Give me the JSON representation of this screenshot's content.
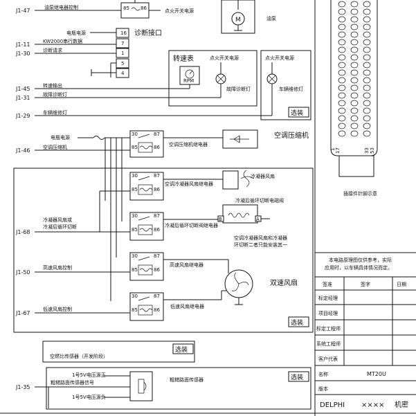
{
  "pins": {
    "j1_47": "J1-47",
    "j1_11": "J1-11",
    "j1_30": "J1-30",
    "j1_45": "J1-45",
    "j1_31": "J1-31",
    "j1_29": "J1-29",
    "j1_46": "J1-46",
    "j1_68": "J1-68",
    "j1_50": "J1-50",
    "j1_67": "J1-67",
    "j1_35": "J1-35"
  },
  "signals": {
    "fuel_relay_ctrl": "油泵继电器控制",
    "battery_power": "电瓶电源",
    "kw2000": "KW2000串行数据",
    "diag_request": "诊断请求",
    "speed_out": "转速输出",
    "fault_lamp": "故障诊断灯",
    "vehicle_service_lamp": "车辆维修灯",
    "ac_battery_power": "电瓶电源",
    "ac_compressor": "空调压缩机",
    "condenser_fan_or": "冷凝器风扇或",
    "condenser_cutoff": "冷凝后循环切断",
    "high_fan_ctrl": "高速风扇控制",
    "low_fan_ctrl": "低速风扇控制"
  },
  "labels": {
    "ignition_power_top": "点火开关电源",
    "fuel_pump": "油泵",
    "diag_connector": "诊断接口",
    "tachometer": "转速表",
    "ignition_power_tach": "点火开关电源",
    "rpm": "RPM",
    "fault_diag_lamp": "故障诊断灯",
    "ignition_power_right": "点火开关电源",
    "vehicle_lamp_right": "车辆维修灯",
    "optional": "选装",
    "ac_compressor_right": "空调压缩机",
    "ac_compressor_relay": "空调压缩机继电器",
    "ac_fan_relay": "空调冷凝器风扇继电器",
    "condenser_fan": "冷凝器风扇",
    "cutoff_valve": "冷凝后循环切断电磁阀",
    "cutoff_relay": "冷凝后循环切断阀继电器",
    "note1": "空调冷凝器风扇和冷凝器",
    "note2": "环切断二者只能安装其一",
    "high_fan_relay": "高速风扇继电器",
    "dual_fan": "双速风扇",
    "low_fan_relay": "低速风扇继电器",
    "o2_sensor": "空燃比传感器（开发阶段）",
    "v5_pos": "1号5V电压源正",
    "rough_road_signal": "粗糙路面传感器信号",
    "v5_neg": "1号5V电压源负",
    "rough_road_sensor": "粗糙路面传感器",
    "relay_85": "85",
    "relay_86": "86",
    "relay_30": "30",
    "relay_87": "87",
    "motor": "M",
    "term_b": "B",
    "term_a": "A"
  },
  "diag_pins": [
    "16",
    "7",
    "1",
    "5",
    "4"
  ],
  "connector": {
    "caption": "插接件针脚示意",
    "pin_1": "1",
    "pin_17": "17",
    "pin_33": "33",
    "pin_53": "53"
  },
  "title_block": {
    "disclaimer1": "本电路原理图仅供参考，实际",
    "disclaimer2": "应用时，以车辆具体情况而定。",
    "col_name": "签准",
    "col_sign": "签字",
    "col_date": "日期",
    "rows": [
      "标定经理",
      "项目经理",
      "标定工程师",
      "系统工程师",
      "客户代表"
    ],
    "name_label": "名称",
    "name_value": "MT20U",
    "version_label": "版本",
    "company": "DELPHI",
    "xxxx": "××××",
    "confidential": "机密"
  }
}
